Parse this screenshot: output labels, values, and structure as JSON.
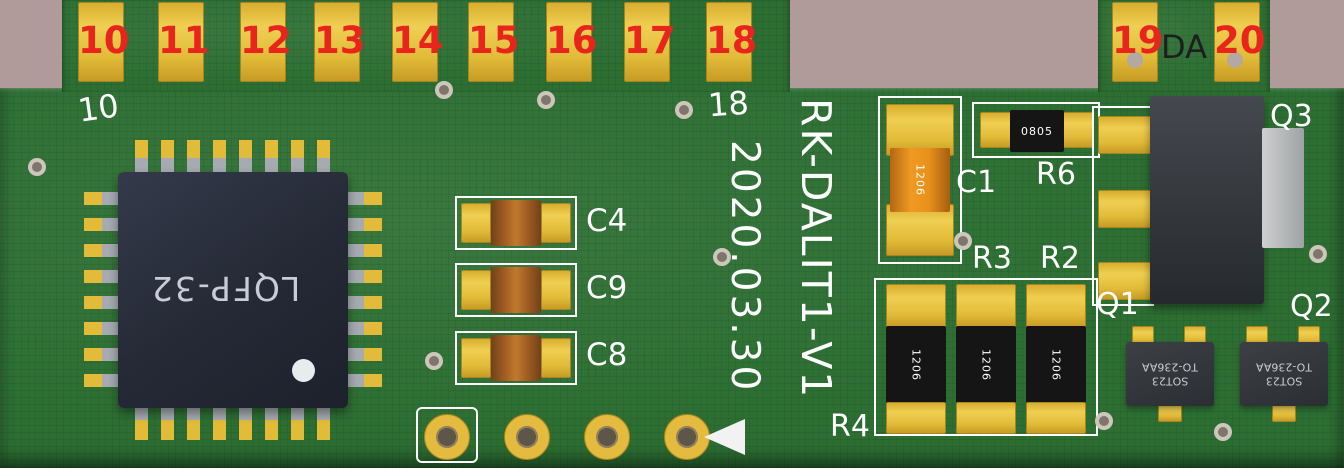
{
  "connector": {
    "left_pins": [
      "10",
      "11",
      "12",
      "13",
      "14",
      "15",
      "16",
      "17",
      "18"
    ],
    "right_pins": [
      "19",
      "20"
    ],
    "da_label": "DA"
  },
  "silkscreen": {
    "pin10_label": "10",
    "pin18_label": "18",
    "board_name": "RK-DALIT1-V1",
    "board_date": "2020.03.30",
    "c4": "C4",
    "c9": "C9",
    "c8": "C8",
    "c1": "C1",
    "r6": "R6",
    "r3": "R3",
    "r2": "R2",
    "r4": "R4",
    "q1": "Q1",
    "q2": "Q2",
    "q3": "Q3"
  },
  "components": {
    "mcu_marking": "LQFP-32",
    "c1_marking": "1206",
    "r6_marking": "0805",
    "r_bank_markings": [
      "1206",
      "1206",
      "1206"
    ],
    "q1_marking_line1": "SOT23",
    "q1_marking_line2": "TO-236AA",
    "q2_marking_line1": "SOT23",
    "q2_marking_line2": "TO-236AA"
  },
  "colors": {
    "background": "#b19b9a",
    "board_green": "#2d6f33",
    "pad_gold": "#e2bb38",
    "silkscreen_white": "#ffffff",
    "pin_number_red": "#e8251c",
    "chip_body": "#272b38",
    "cap_orange": "#e8901c",
    "resistor_black": "#151515"
  }
}
